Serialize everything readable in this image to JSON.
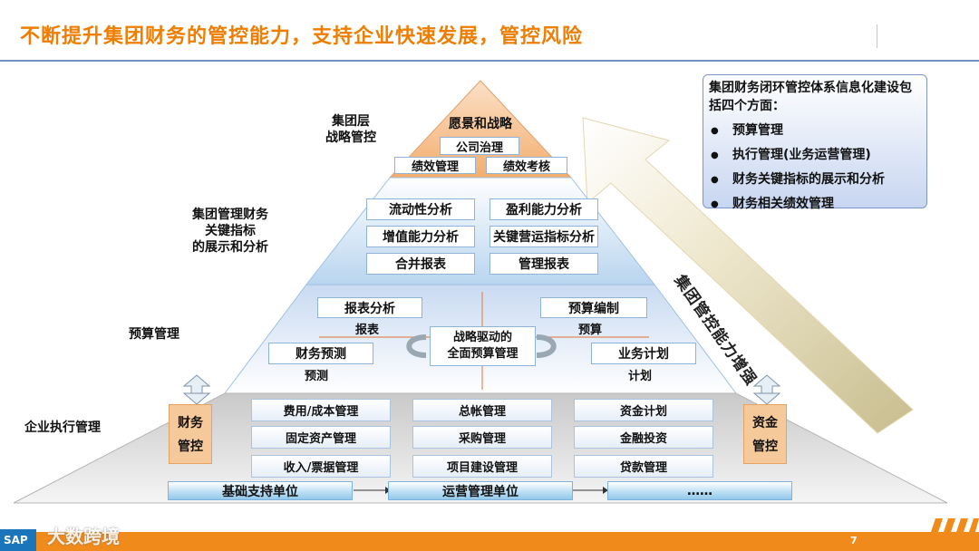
{
  "title": "不断提升集团财务的管控能力，支持企业快速发展，管控风险",
  "levels": {
    "strategy": "集团层\n战略管控",
    "kpi": "集团管理财务\n关键指标\n的展示和分析",
    "budget": "预算管理",
    "execution": "企业执行管理"
  },
  "top": {
    "heading": "愿景和战略",
    "governance": "公司治理",
    "perf_mgmt": "绩效管理",
    "perf_eval": "绩效考核"
  },
  "kpi_boxes": [
    "流动性分析",
    "盈利能力分析",
    "增值能力分析",
    "关键营运指标分析",
    "合并报表",
    "管理报表"
  ],
  "budget": {
    "report_analysis": "报表分析",
    "report": "报表",
    "budget_prep": "预算编制",
    "budget": "预算",
    "center": "战略驱动的\n全面预算管理",
    "forecast_box": "财务预测",
    "forecast": "预测",
    "business_plan": "业务计划",
    "plan": "计划"
  },
  "execution": {
    "left_control": [
      "财务",
      "管控"
    ],
    "right_control": [
      "资金",
      "管控"
    ],
    "col1": [
      "费用/成本管理",
      "固定资产管理",
      "收入/票据管理"
    ],
    "col2": [
      "总帐管理",
      "采购管理",
      "项目建设管理"
    ],
    "col3": [
      "资金计划",
      "金融投资",
      "贷款管理"
    ]
  },
  "foundation": [
    "基础支持单位",
    "运营管理单位",
    "……"
  ],
  "info": {
    "heading": "集团财务闭环管控体系信息化建设包括四个方面：",
    "items": [
      "预算管理",
      "执行管理(业务运营管理)",
      "财务关键指标的展示和分析",
      "财务相关绩效管理"
    ]
  },
  "arrow_text": "集团管控能力增强",
  "footer": {
    "logo": "SAP",
    "watermark": "大数跨境",
    "page": "7"
  },
  "colors": {
    "accent": "#ef7d00",
    "top_layer": "#f4b67f",
    "kpi_layer": "#cfe3f6",
    "budget_layer": "#d9e6f7",
    "exec_layer": "#e0e0e0",
    "arrow": "#efe9d2"
  }
}
